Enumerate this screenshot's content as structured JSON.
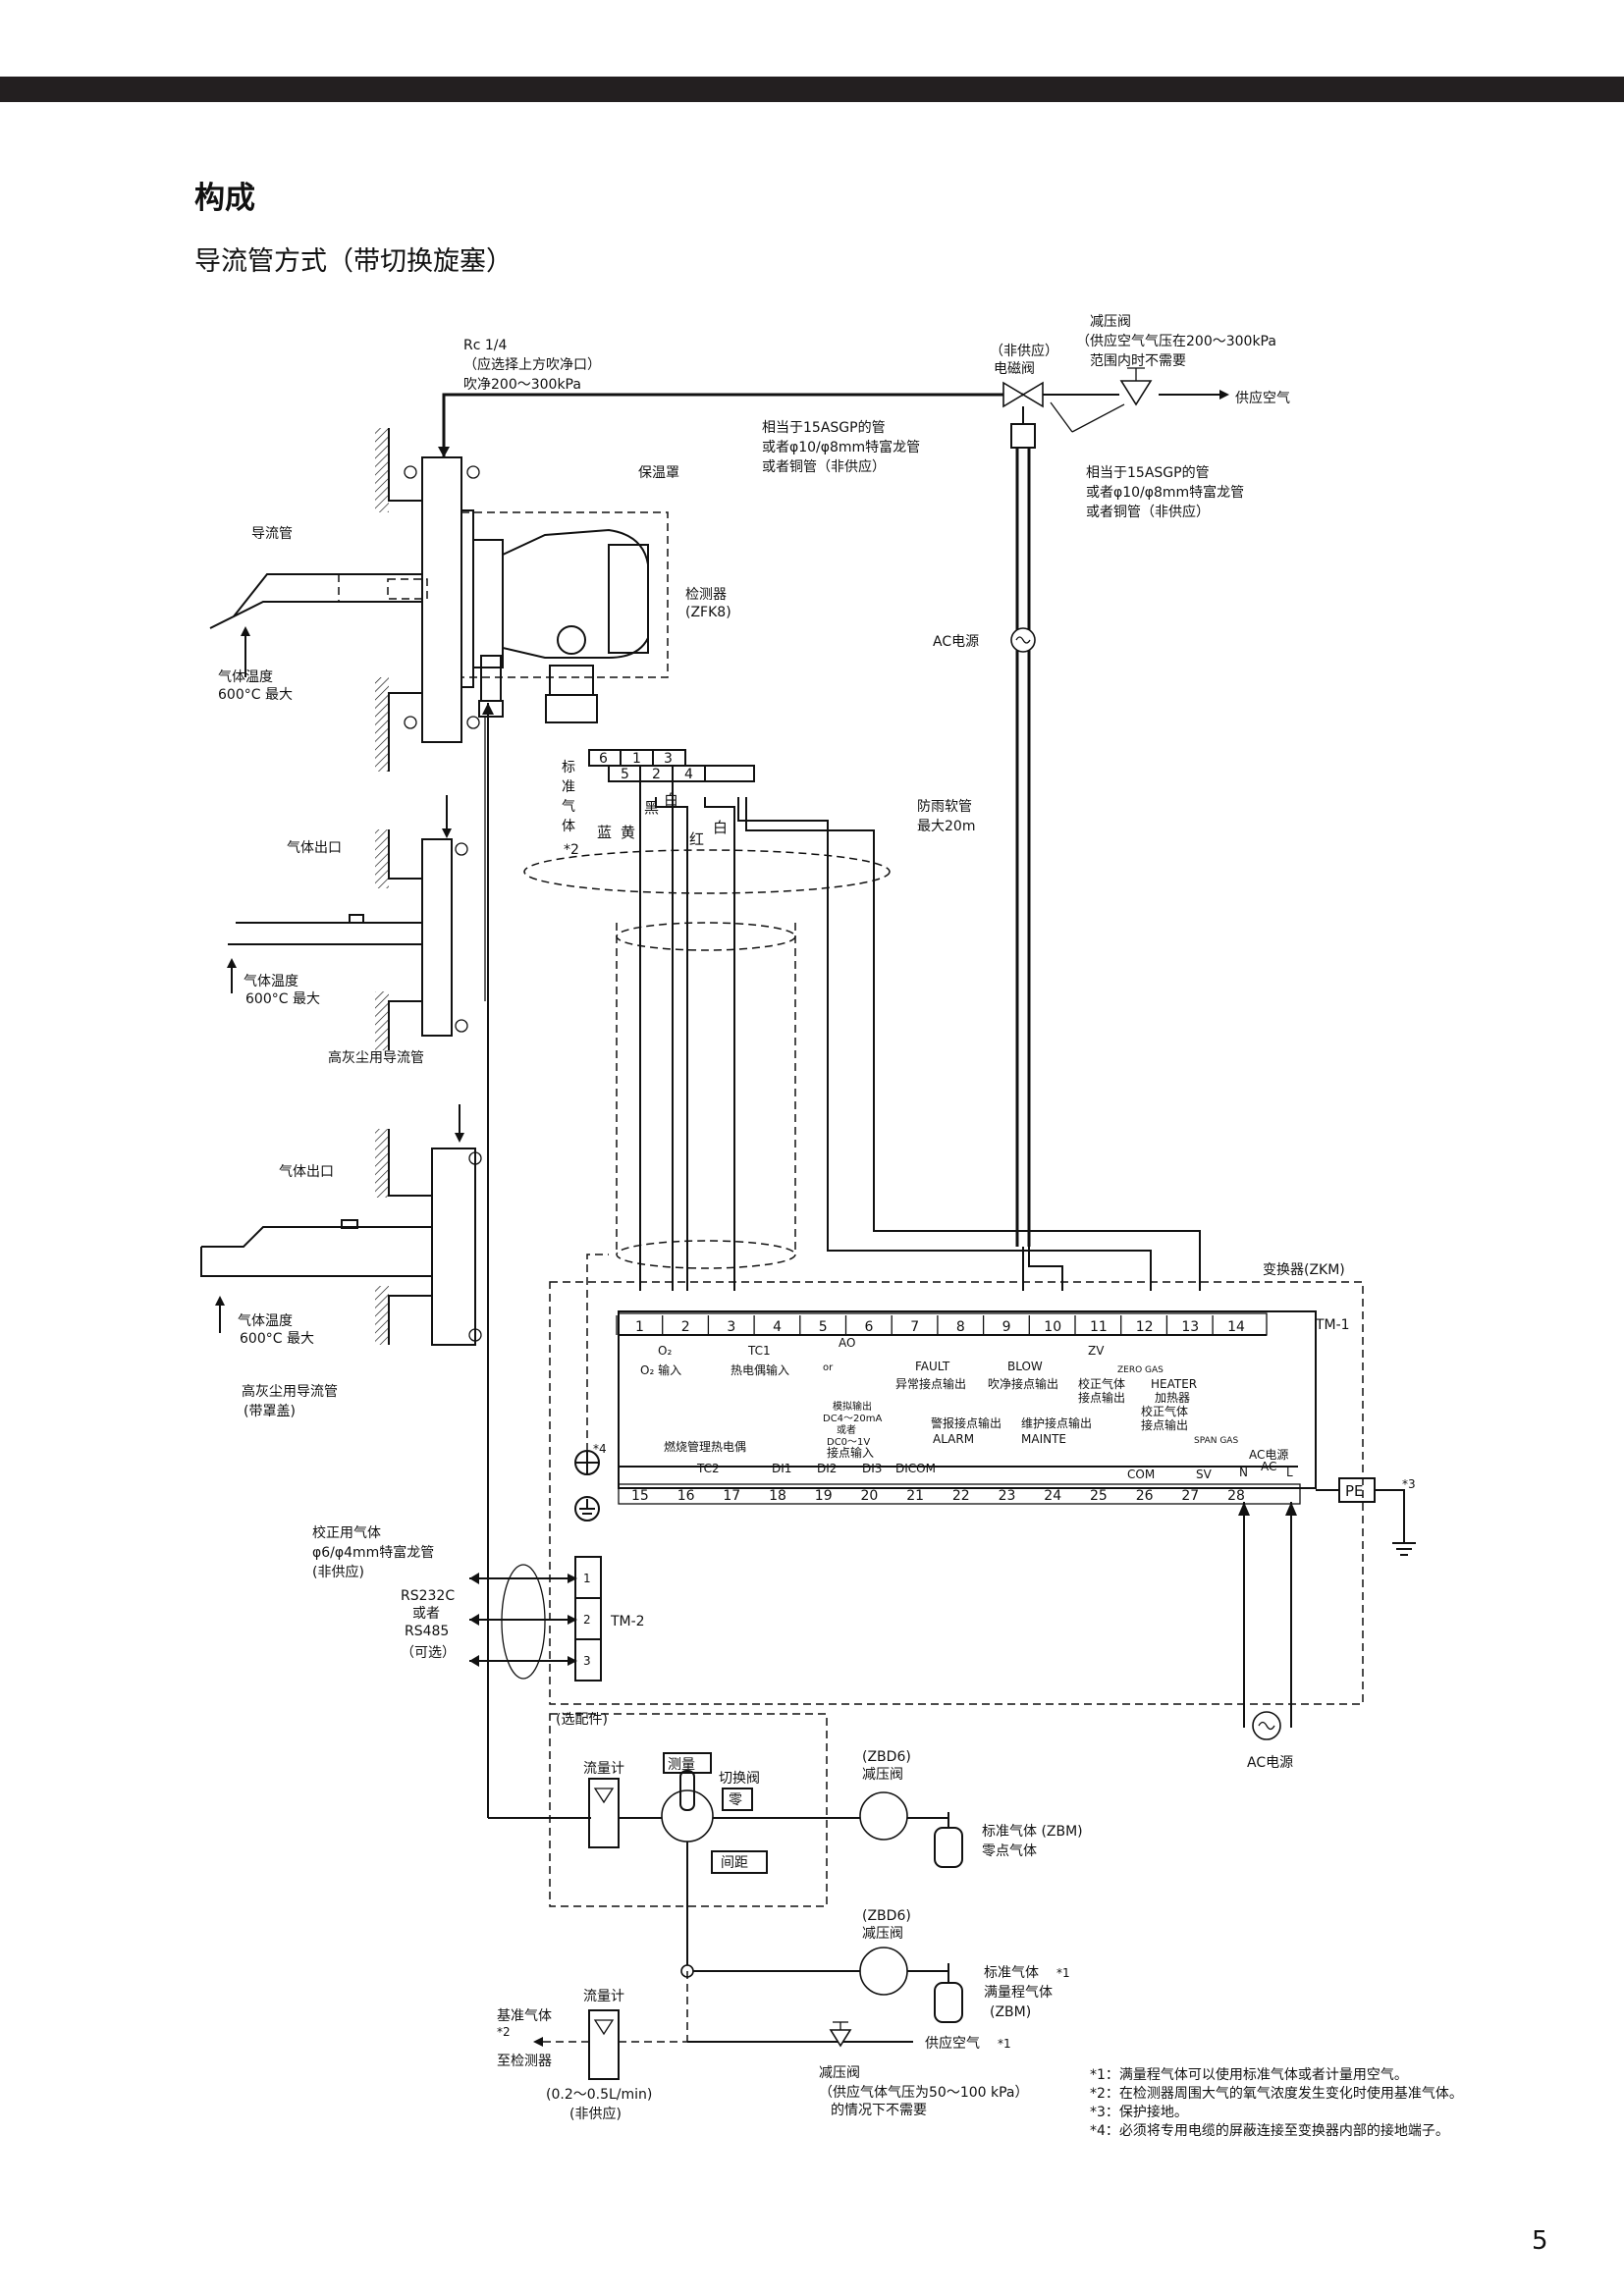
{
  "page": {
    "title": "构成",
    "subtitle": "导流管方式（带切换旋塞）",
    "page_number": "5"
  },
  "labels": {
    "rc_top": "Rc 1/4",
    "rc_sub1": "（应选择上方吹净口）",
    "rc_sub2": "吹净200～300kPa",
    "nonsupply_valve1": "（非供应）",
    "nonsupply_valve2": "电磁阀",
    "reducer_top1": "减压阀",
    "reducer_top2": "（供应空气气压在200～300kPa",
    "reducer_top3": "范围内时不需要",
    "supply_air": "供应空气",
    "pipe_mid1": "相当于15ASGP的管",
    "pipe_mid2": "或者φ10/φ8mm特富龙管",
    "pipe_mid3": "或者铜管（非供应）",
    "pipe_right1": "相当于15ASGP的管",
    "pipe_right2": "或者φ10/φ8mm特富龙管",
    "pipe_right3": "或者铜管（非供应）",
    "insulation_cover": "保温罩",
    "probe_tube": "导流管",
    "detector1": "检测器",
    "detector2": "(ZFK8)",
    "ac_power_top": "AC电源",
    "gas_temp1": "气体温度",
    "gas_temp1b": "600°C 最大",
    "std_gas_v": "标准气体",
    "std_gas_v_note": "*2",
    "color_blue": "蓝",
    "color_yellow": "黄",
    "color_black": "黑",
    "color_white1": "白",
    "color_red": "红",
    "color_white2": "白",
    "rain_hose1": "防雨软管",
    "rain_hose2": "最大20m",
    "gas_outlet1": "气体出口",
    "gas_temp2": "气体温度",
    "gas_temp2b": "600°C 最大",
    "high_dust1": "高灰尘用导流管",
    "gas_outlet2": "气体出口",
    "gas_temp3": "气体温度",
    "gas_temp3b": "600°C 最大",
    "high_dust2a": "高灰尘用导流管",
    "high_dust2b": "(带罩盖)",
    "converter": "变换器(ZKM)",
    "tm1": "TM-1",
    "tm2": "TM-2",
    "o2_input": "O₂ 输入",
    "tc_input": "热电偶输入",
    "fault": "FAULT",
    "fault_cn": "异常接点输出",
    "blow": "BLOW",
    "blow_cn": "吹净接点输出",
    "zero_gas": "ZERO GAS",
    "span_gas": "SPAN GAS",
    "heater": "HEATER",
    "heater_cn": "加热器",
    "cal_zero1": "校正气体",
    "cal_zero2": "接点输出",
    "cal_span1": "校正气体",
    "cal_span2": "接点输出",
    "analog_out1": "模拟输出",
    "analog_out2": "DC4～20mA",
    "analog_out3": "或者",
    "analog_out4": "DC0～1V",
    "analog_out5": "接点输入",
    "combustion_tc": "燃烧管理热电偶",
    "alarm_cn": "警报接点输出",
    "alarm": "ALARM",
    "mainte_cn": "维护接点输出",
    "mainte": "MAINTE",
    "com": "COM",
    "sv": "SV",
    "ac_power_label": "AC电源",
    "n": "N",
    "ac": "AC",
    "l": "L",
    "pe": "PE",
    "pe_note": "*3",
    "star4": "*4",
    "ai_o2": "O₂",
    "ai_tc1": "TC1",
    "ai_ao": "AO",
    "ai_tc2": "TC2",
    "or": "or",
    "zv": "ZV",
    "di1": "DI1",
    "di2": "DI2",
    "di3": "DI3",
    "dicom": "DICOM",
    "cal_gas1": "校正用气体",
    "cal_gas2": "φ6/φ4mm特富龙管",
    "cal_gas3": "(非供应)",
    "rs1": "RS232C",
    "rs2": "或者",
    "rs3": "RS485",
    "rs4": "（可选）",
    "tm2_1": "1",
    "tm2_2": "2",
    "tm2_3": "3",
    "options": "(选配件)",
    "flowmeter1": "流量计",
    "measure": "测量",
    "switch_valve": "切换阀",
    "zero": "零",
    "span": "间距",
    "zbd6_1": "(ZBD6)",
    "reducer1": "减压阀",
    "std_gas_zbm1": "标准气体 (ZBM)",
    "zero_gas_cn": "零点气体",
    "zbd6_2": "(ZBD6)",
    "reducer2": "减压阀",
    "std_gas2a": "标准气体",
    "std_gas2a_note": "*1",
    "std_gas2b": "满量程气体",
    "std_gas2c": "(ZBM)",
    "ac_power_bottom": "AC电源",
    "ref_gas": "基准气体",
    "ref_gas_note": "*2",
    "flowmeter2": "流量计",
    "checker": "至检测器",
    "flow_range1": "(0.2～0.5L/min)",
    "flow_range2": "(非供应)",
    "supply_air_bottom": "供应空气",
    "supply_air_bottom_note": "*1",
    "reducer3": "减压阀",
    "reducer3b": "（供应气体气压为50～100 kPa）",
    "reducer3c": "的情况下不需要"
  },
  "terminals_top": [
    "1",
    "2",
    "3",
    "4",
    "5",
    "6",
    "7",
    "8",
    "9",
    "10",
    "11",
    "12",
    "13",
    "14"
  ],
  "terminals_bottom": [
    "15",
    "16",
    "17",
    "18",
    "19",
    "20",
    "21",
    "22",
    "23",
    "24",
    "25",
    "26",
    "27",
    "28"
  ],
  "detector_terminals_top": [
    "6",
    "1",
    "3"
  ],
  "detector_terminals_bottom": [
    "5",
    "2",
    "4"
  ],
  "footnotes": [
    "*1：满量程气体可以使用标准气体或者计量用空气。",
    "*2：在检测器周围大气的氧气浓度发生变化时使用基准气体。",
    "*3：保护接地。",
    "*4：必须将专用电缆的屏蔽连接至变换器内部的接地端子。"
  ]
}
